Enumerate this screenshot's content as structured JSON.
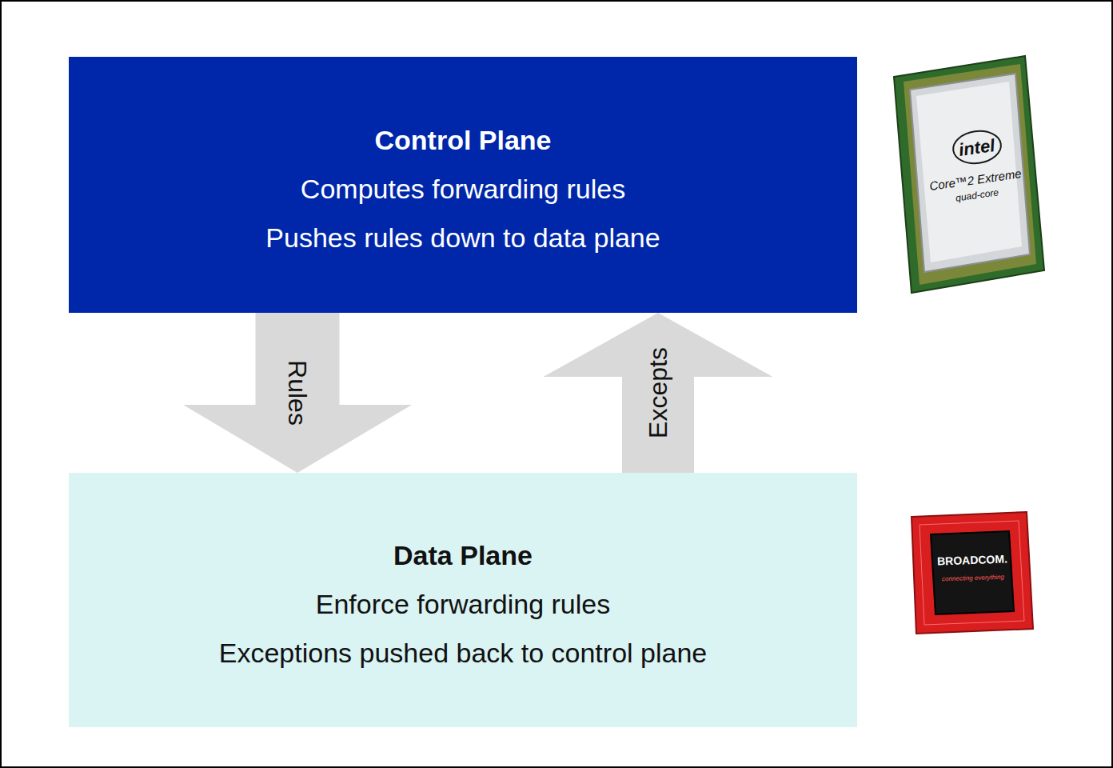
{
  "diagram": {
    "nodes": [
      {
        "text": [
          "Control Plane",
          "Computes forwarding rules",
          "Pushes rules down to data plane"
        ]
      },
      {
        "text": [
          "Data Plane",
          "Enforce forwarding rules",
          "Exceptions pushed back to control plane"
        ]
      }
    ],
    "edges": [
      {
        "from": 0,
        "to": 1,
        "arrow": "to",
        "label": "Rules"
      },
      {
        "from": 1,
        "to": 0,
        "arrow": "to",
        "label": "Excepts"
      }
    ],
    "labels": [
      "intel",
      "Core™2 Extreme",
      "quad-core",
      "BROADCOM.",
      "connecting everything"
    ]
  }
}
